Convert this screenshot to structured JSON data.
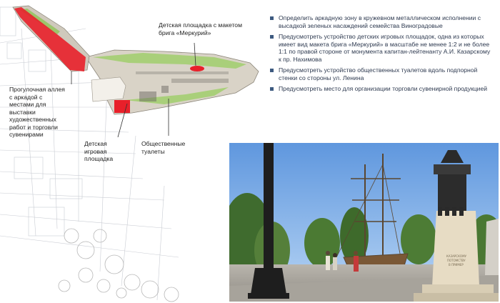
{
  "plan": {
    "labels": {
      "brig_playground": "Детская площадка с макетом\nбрига «Меркурий»",
      "arcade_alley": "Прогулочная аллея\nс аркадой с\nместами для\nвыставки\nхудожественных\nработ и торговли\nсувенирами",
      "kids_playground": "Детская\nигровая\nплощадка",
      "toilets": "Общественные\nтуалеты"
    },
    "colors": {
      "highlight": "#e8202a",
      "green": "#9cc56b",
      "paving": "#d9d3c7"
    }
  },
  "bullets": [
    {
      "text": "Определить аркадную зону в кружевном металлическом исполнении с высадкой зеленых насаждений семейства Виноградовые"
    },
    {
      "text": "Предусмотреть устройство детских игровых площадок, одна из которых имеет вид макета брига «Меркурий» в масштабе не менее 1:2 и не более 1:1 по правой стороне от монумента капитан-лейтенанту А.И. Казарскому к пр. Нахимова"
    },
    {
      "text": "Предусмотреть устройство общественных туалетов вдоль подпорной стенки со стороны ул. Ленина"
    },
    {
      "text": "Предусмотреть место для организации торговли сувенирной продукцией"
    }
  ],
  "photo": {
    "monument_inscription": "КАЗАРСКОМУ\nПОТОМСТВУ\nВ ПРИМЕР"
  },
  "colors": {
    "bullet": "#3d5a80",
    "sky": "#7fb0e8"
  }
}
